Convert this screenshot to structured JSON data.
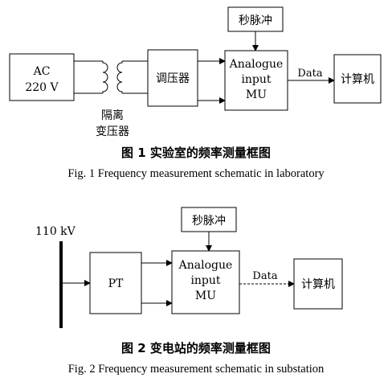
{
  "figure1": {
    "ac_source": {
      "line1": "AC",
      "line2": "220 V"
    },
    "isolation_transformer": {
      "line1": "隔离",
      "line2": "变压器"
    },
    "regulator": "调压器",
    "second_pulse": "秒脉冲",
    "mu": {
      "line1": "Analogue",
      "line2": "input",
      "line3": "MU"
    },
    "data_label": "Data",
    "computer": "计算机",
    "caption_cn": "图 1  实验室的频率测量框图",
    "caption_en": "Fig. 1 Frequency measurement schematic in laboratory"
  },
  "figure2": {
    "bus_voltage": "110 kV",
    "pt": "PT",
    "second_pulse": "秒脉冲",
    "mu": {
      "line1": "Analogue",
      "line2": "input",
      "line3": "MU"
    },
    "data_label": "Data",
    "computer": "计算机",
    "caption_cn": "图 2  变电站的频率测量框图",
    "caption_en": "Fig. 2 Frequency measurement schematic in substation"
  }
}
